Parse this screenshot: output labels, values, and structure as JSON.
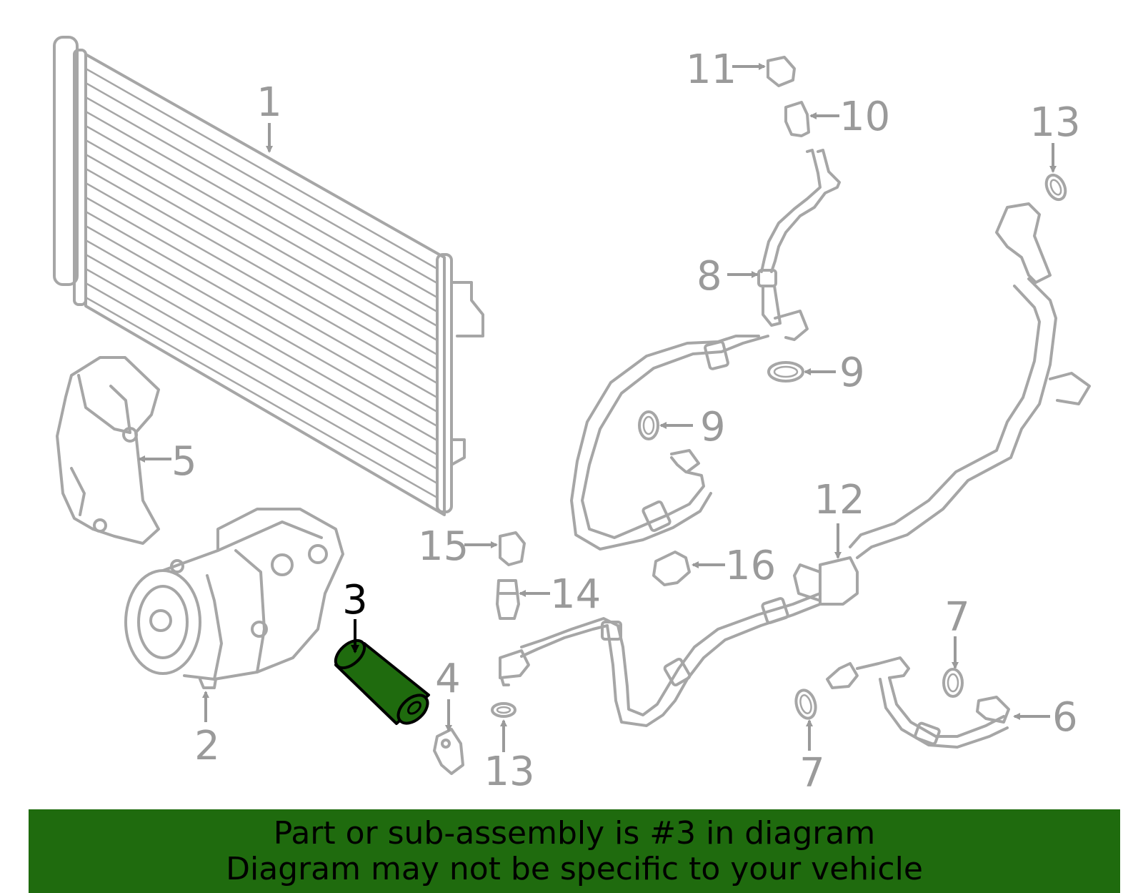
{
  "diagram": {
    "highlight_color": "#1f6b0e",
    "part_color": "#a6a6a6",
    "active_callout": "3",
    "callouts": {
      "c1": "1",
      "c2": "2",
      "c3": "3",
      "c4": "4",
      "c5": "5",
      "c6": "6",
      "c7a": "7",
      "c7b": "7",
      "c8": "8",
      "c9a": "9",
      "c9b": "9",
      "c10": "10",
      "c11": "11",
      "c12": "12",
      "c13a": "13",
      "c13b": "13",
      "c14": "14",
      "c15": "15",
      "c16": "16"
    }
  },
  "banner": {
    "line1": "Part or sub-assembly is #3 in diagram",
    "line2": "Diagram may not be specific to your vehicle",
    "background": "#1f6b0e"
  }
}
